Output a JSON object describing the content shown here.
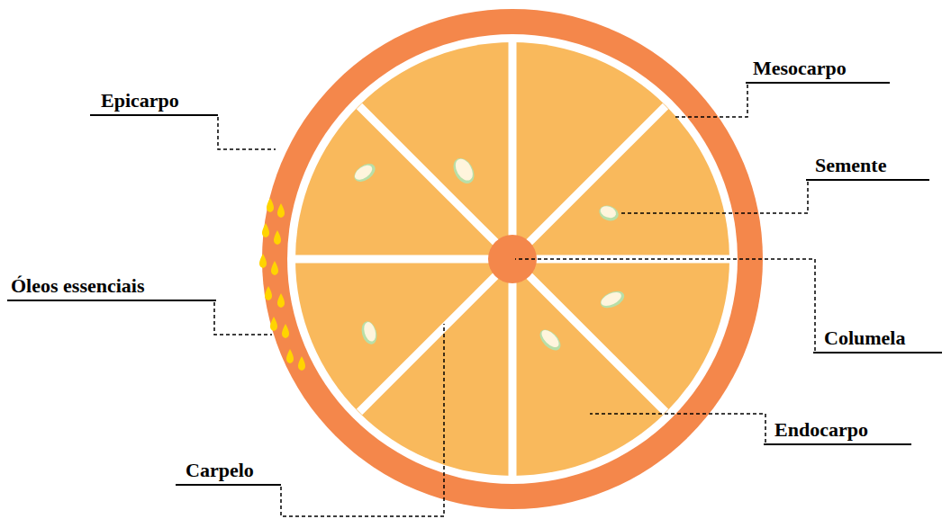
{
  "diagram": {
    "labels": [
      "Epicarpo",
      "Mesocarpo",
      "Semente",
      "Óleos essenciais",
      "Columela",
      "Endocarpo",
      "Carpelo"
    ]
  }
}
